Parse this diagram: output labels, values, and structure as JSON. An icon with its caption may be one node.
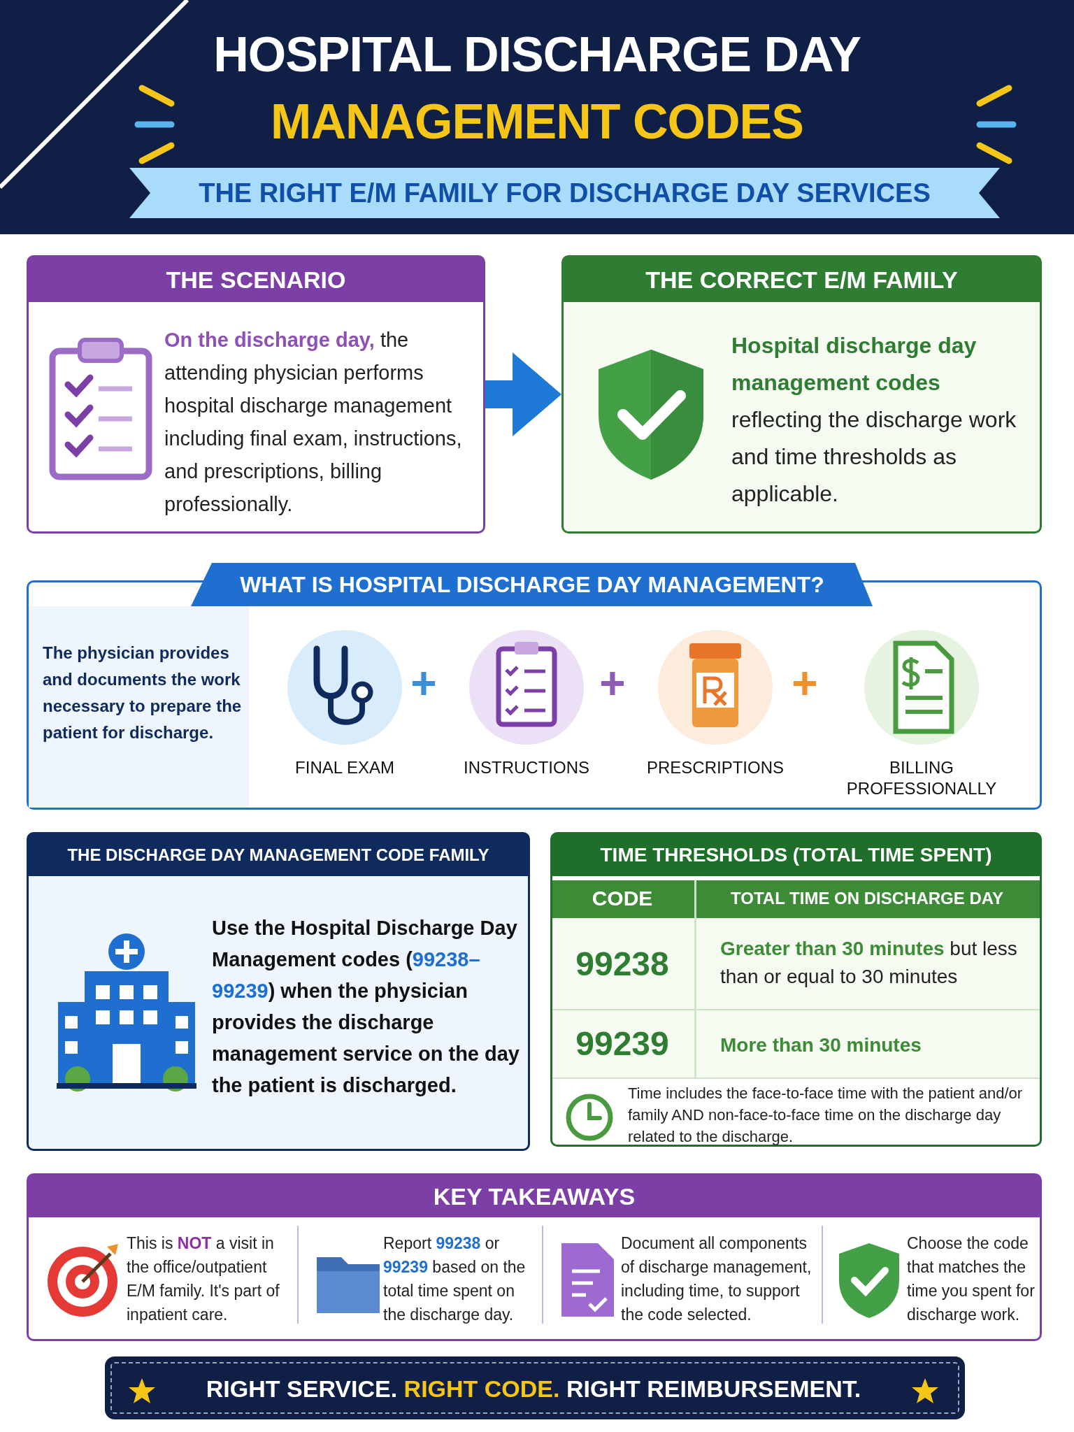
{
  "diagram": {
    "title": "HOSPITAL DISCHARGE DAY **MANAGEMENT CODES**",
    "nodes": [
      {
        "text": [
          "THE SCENARIO",
          "**On the discharge day,** the attending physician performs hospital discharge management including final exam, instructions, and prescriptions, billing professionally."
        ]
      },
      {
        "text": [
          "THE CORRECT E/M FAMILY",
          "**Hospital discharge day management codes** reflecting the discharge work and time thresholds as applicable."
        ]
      },
      {
        "text": [
          "WHAT IS HOSPITAL DISCHARGE DAY MANAGEMENT?",
          "The physician provides and documents the work necessary to prepare the patient for discharge."
        ]
      },
      {
        "text": [
          "FINAL EXAM"
        ],
        "in": 2
      },
      {
        "text": [
          "INSTRUCTIONS"
        ],
        "in": 2
      },
      {
        "text": [
          "PRESCRIPTIONS"
        ],
        "in": 2
      },
      {
        "text": [
          "BILLING PROFESSIONALLY"
        ],
        "in": 2
      },
      {
        "text": [
          "THE DISCHARGE DAY MANAGEMENT CODE FAMILY",
          "Use the Hospital Discharge Day Management codes (**99238–99239**) when the physician provides the discharge management service on the day the patient is discharged."
        ]
      },
      {
        "text": [
          "TIME THRESHOLDS (TOTAL TIME SPENT)",
          "Time includes the face-to-face time with the patient and/or family AND non-face-to-face time on the discharge day related to the discharge."
        ]
      },
      {
        "text": [
          "KEY TAKEAWAYS"
        ]
      },
      {
        "text": [
          "This is **NOT** a visit in the office/outpatient E/M family. It's part of inpatient care."
        ],
        "in": 9
      },
      {
        "text": [
          "Report **99238** or **99239** based on the total time spent on the discharge day."
        ],
        "in": 9
      },
      {
        "text": [
          "Document all components of discharge management, including time, to support the code selected."
        ],
        "in": 9
      },
      {
        "text": [
          "Choose the code that matches the time you spent for discharge work."
        ],
        "in": 9
      },
      {
        "text": [
          "RIGHT SERVICE. **RIGHT CODE.** RIGHT REIMBURSEMENT."
        ]
      }
    ],
    "edges": [
      {
        "from": 0,
        "to": 1,
        "arrow": "to"
      }
    ],
    "labels": [
      "THE RIGHT E/M FAMILY FOR DISCHARGE DAY SERVICES",
      "+",
      "+",
      "+",
      "CODE",
      "TOTAL TIME ON DISCHARGE DAY",
      "99238",
      "**Greater than 30 minutes** but less than or equal to 30 minutes",
      "99239",
      "More than 30 minutes"
    ]
  }
}
